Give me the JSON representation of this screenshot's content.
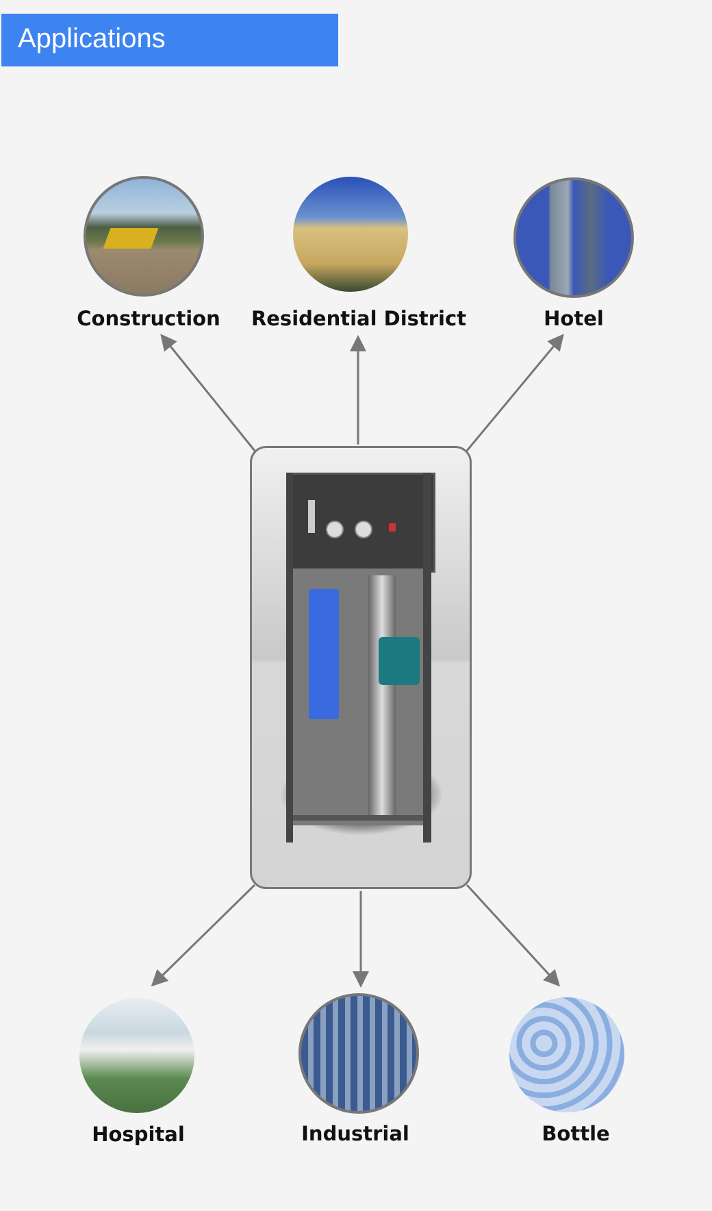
{
  "header": {
    "title": "Applications"
  },
  "applications_top": [
    {
      "label": "Construction",
      "icon": "construction-photo"
    },
    {
      "label": "Residential District",
      "icon": "residential-photo"
    },
    {
      "label": "Hotel",
      "icon": "hotel-photo"
    }
  ],
  "applications_bottom": [
    {
      "label": "Hospital",
      "icon": "hospital-photo"
    },
    {
      "label": "Industrial",
      "icon": "industrial-photo"
    },
    {
      "label": "Bottle",
      "icon": "bottle-photo"
    }
  ],
  "colors": {
    "header": "#3d84f0",
    "arrow": "#777777",
    "background": "#f3f4f3"
  }
}
